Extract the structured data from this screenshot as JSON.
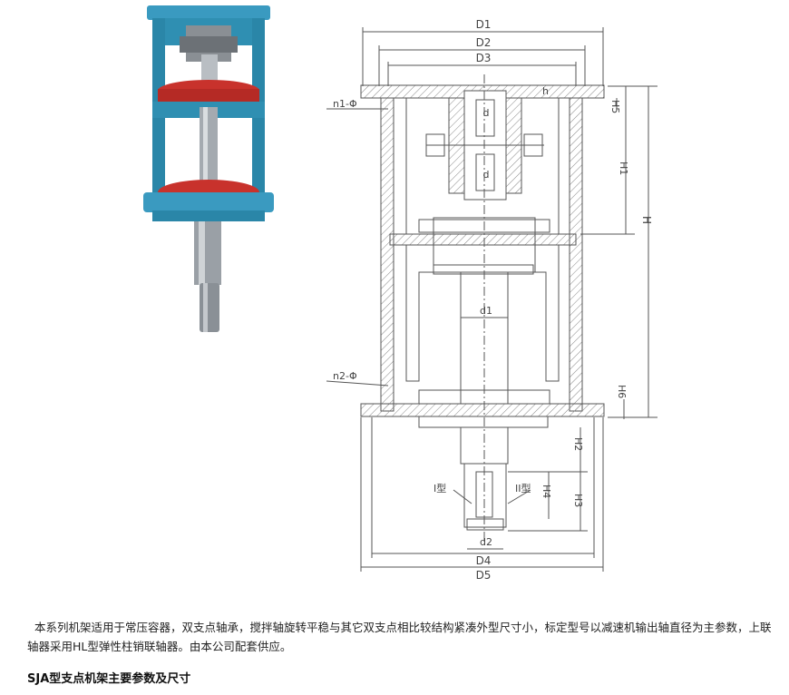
{
  "drawing_labels": {
    "D1": "D1",
    "D2": "D2",
    "D3": "D3",
    "D4": "D4",
    "D5": "D5",
    "n1": "n1-Φ",
    "n2": "n2-Φ",
    "h": "h",
    "H": "H",
    "H1": "H1",
    "H2": "H2",
    "H3": "H3",
    "H4": "H4",
    "H5": "H5",
    "H6": "H6",
    "d_top": "d",
    "d_mid": "d",
    "d1": "d1",
    "d2": "d2",
    "type1": "I型",
    "type2": "II型"
  },
  "description": "本系列机架适用于常压容器，双支点轴承，搅拌轴旋转平稳与其它双支点相比较结构紧凑外型尺寸小，标定型号以减速机输出轴直径为主参数，上联轴器采用HL型弹性柱销联轴器。由本公司配套供应。",
  "table_title": "SJA型支点机架主要参数及尺寸",
  "colors": {
    "frame_blue": "#2f8fb2",
    "coupling_red": "#c8322c",
    "shaft_grey": "#9aa0a6",
    "line": "#555555"
  }
}
